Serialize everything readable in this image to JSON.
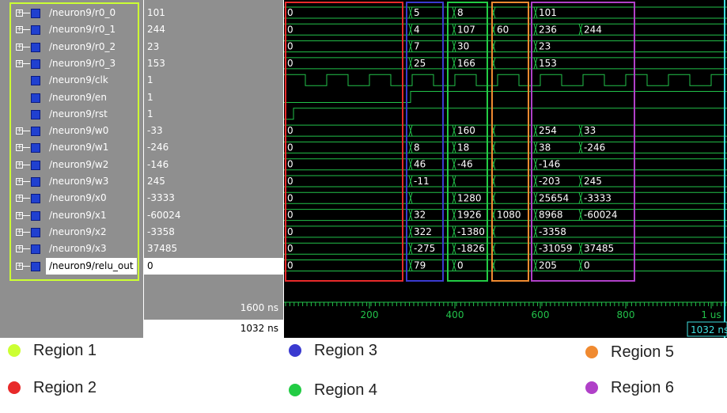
{
  "signals": [
    {
      "name": "/neuron9/r0_0",
      "value": "101",
      "bus": true
    },
    {
      "name": "/neuron9/r0_1",
      "value": "244",
      "bus": true
    },
    {
      "name": "/neuron9/r0_2",
      "value": "23",
      "bus": true
    },
    {
      "name": "/neuron9/r0_3",
      "value": "153",
      "bus": true
    },
    {
      "name": "/neuron9/clk",
      "value": "1",
      "bus": false
    },
    {
      "name": "/neuron9/en",
      "value": "1",
      "bus": false
    },
    {
      "name": "/neuron9/rst",
      "value": "1",
      "bus": false
    },
    {
      "name": "/neuron9/w0",
      "value": "-33",
      "bus": true
    },
    {
      "name": "/neuron9/w1",
      "value": "-246",
      "bus": true
    },
    {
      "name": "/neuron9/w2",
      "value": "-146",
      "bus": true
    },
    {
      "name": "/neuron9/w3",
      "value": "245",
      "bus": true
    },
    {
      "name": "/neuron9/x0",
      "value": "-3333",
      "bus": true
    },
    {
      "name": "/neuron9/x1",
      "value": "-60024",
      "bus": true
    },
    {
      "name": "/neuron9/x2",
      "value": "-3358",
      "bus": true
    },
    {
      "name": "/neuron9/x3",
      "value": "37485",
      "bus": true
    },
    {
      "name": "/neuron9/relu_out",
      "value": "0",
      "bus": true,
      "selected": true
    }
  ],
  "bus_waves": [
    [
      "0",
      "5",
      "8",
      "",
      "101"
    ],
    [
      "0",
      "4",
      "107",
      "60",
      "236",
      "244"
    ],
    [
      "0",
      "7",
      "30",
      "",
      "23"
    ],
    [
      "0",
      "25",
      "166",
      "",
      "153"
    ],
    null,
    null,
    null,
    [
      "0",
      "",
      "160",
      "",
      "254",
      "33"
    ],
    [
      "0",
      "8",
      "18",
      "",
      "38",
      "-246"
    ],
    [
      "0",
      "46",
      "-46",
      "",
      "-146"
    ],
    [
      "0",
      "-11",
      "",
      "",
      "-203",
      "245"
    ],
    [
      "0",
      "",
      "1280",
      "",
      "25654",
      "-3333"
    ],
    [
      "0",
      "32",
      "1926",
      "1080",
      "8968",
      "-60024"
    ],
    [
      "0",
      "322",
      "-1380",
      "",
      "-3358"
    ],
    [
      "0",
      "-275",
      "-1826",
      "",
      "-31059",
      "37485"
    ],
    [
      "0",
      "79",
      "0",
      "",
      "205",
      "0"
    ]
  ],
  "time": {
    "total_label": "1600 ns",
    "cursor_label": "1032 ns",
    "cursor_marker": "1032 ns",
    "ticks": [
      "200",
      "400",
      "600",
      "800",
      "1 us"
    ]
  },
  "regions": [
    {
      "label": "Region 1",
      "color": "#ccff33"
    },
    {
      "label": "Region 2",
      "color": "#e82a2a"
    },
    {
      "label": "Region 3",
      "color": "#3a3ad0"
    },
    {
      "label": "Region 4",
      "color": "#22cc44"
    },
    {
      "label": "Region 5",
      "color": "#f08a30"
    },
    {
      "label": "Region 6",
      "color": "#b040c8"
    }
  ],
  "colors": {
    "wave": "#22c24a",
    "cursor": "#40e0e0",
    "panel": "#8f8f8f"
  }
}
